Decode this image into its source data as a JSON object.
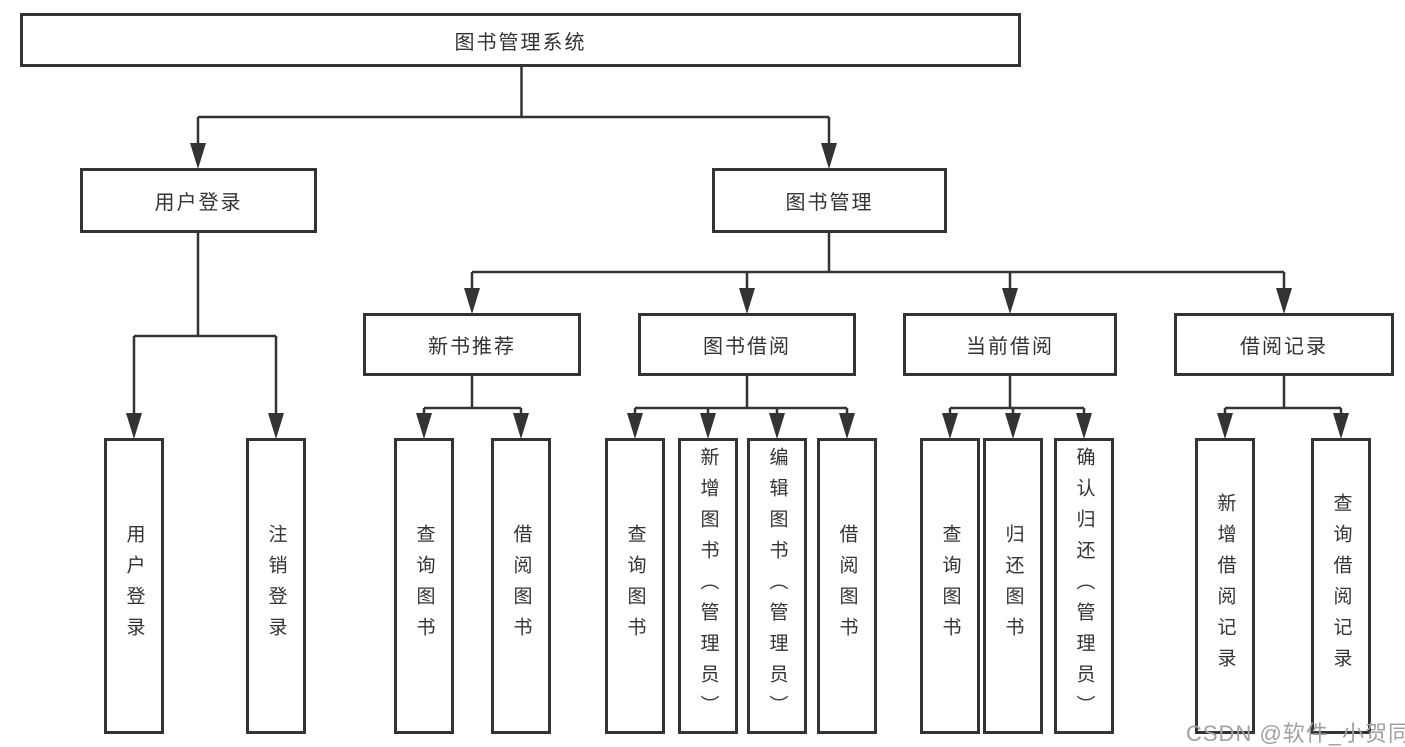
{
  "diagram": {
    "root": {
      "label": "图书管理系统"
    },
    "level2": [
      {
        "label": "用户登录",
        "children": [
          {
            "label": "用户登录"
          },
          {
            "label": "注销登录"
          }
        ]
      },
      {
        "label": "图书管理",
        "children": [
          {
            "label": "新书推荐",
            "children": [
              {
                "label": "查询图书"
              },
              {
                "label": "借阅图书"
              }
            ]
          },
          {
            "label": "图书借阅",
            "children": [
              {
                "label": "查询图书"
              },
              {
                "label": "新增图书（管理员）"
              },
              {
                "label": "编辑图书（管理员）"
              },
              {
                "label": "借阅图书"
              }
            ]
          },
          {
            "label": "当前借阅",
            "children": [
              {
                "label": "查询图书"
              },
              {
                "label": "归还图书"
              },
              {
                "label": "确认归还（管理员）"
              }
            ]
          },
          {
            "label": "借阅记录",
            "children": [
              {
                "label": "新增借阅记录"
              },
              {
                "label": "查询借阅记录"
              }
            ]
          }
        ]
      }
    ]
  },
  "watermark": {
    "text": "CSDN @软件_小贺同学"
  },
  "colors": {
    "line": "#333333",
    "box_border": "#333333",
    "text": "#333333",
    "watermark_text": "#a0a0a0",
    "background": "#ffffff"
  }
}
